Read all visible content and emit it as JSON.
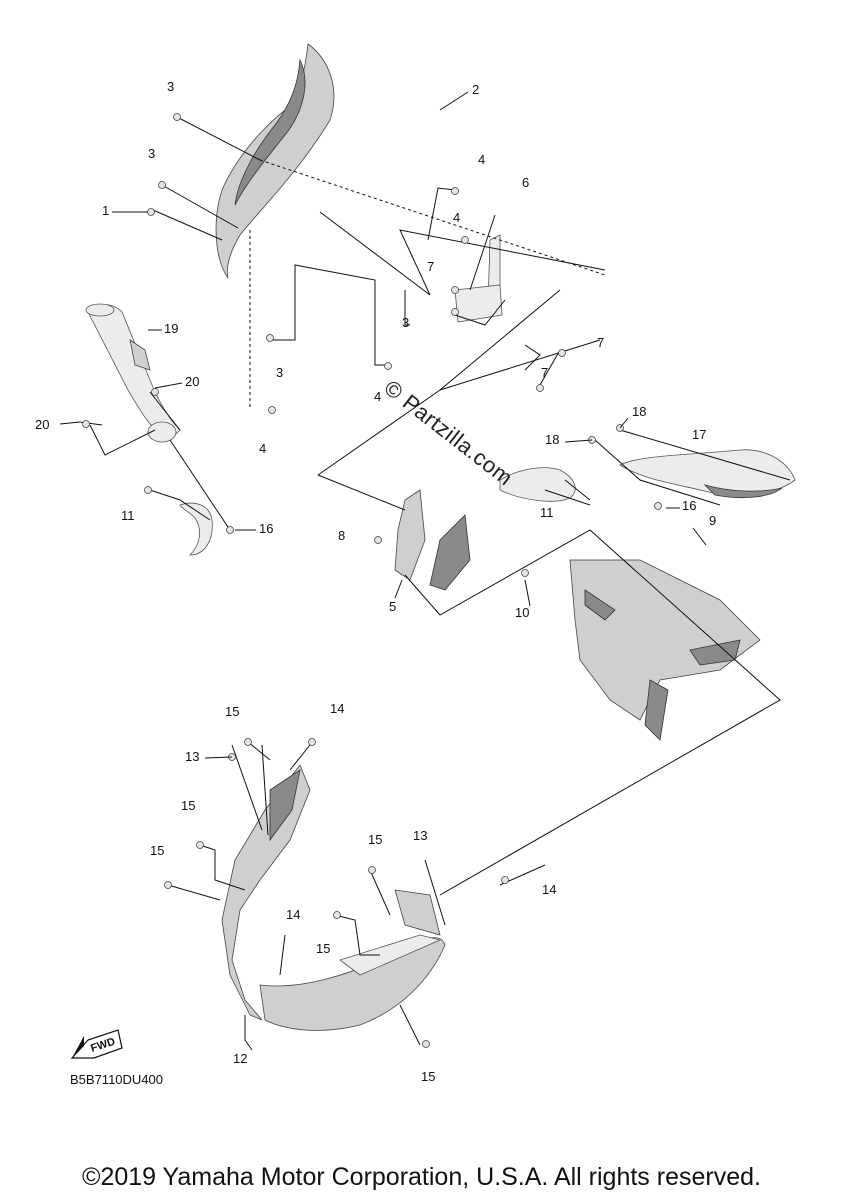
{
  "diagram": {
    "callouts": [
      "1",
      "2",
      "3",
      "3",
      "3",
      "3",
      "4",
      "4",
      "4",
      "4",
      "5",
      "6",
      "7",
      "7",
      "7",
      "8",
      "9",
      "10",
      "11",
      "11",
      "12",
      "13",
      "13",
      "14",
      "14",
      "14",
      "15",
      "15",
      "15",
      "15",
      "15",
      "15",
      "16",
      "16",
      "17",
      "18",
      "18",
      "19",
      "20",
      "20"
    ],
    "watermark": "© Partzilla.com",
    "fwd_label": "FWD",
    "diagram_code": "B5B7110DU400",
    "copyright": "©2019 Yamaha Motor Corporation, U.S.A. All rights reserved."
  }
}
